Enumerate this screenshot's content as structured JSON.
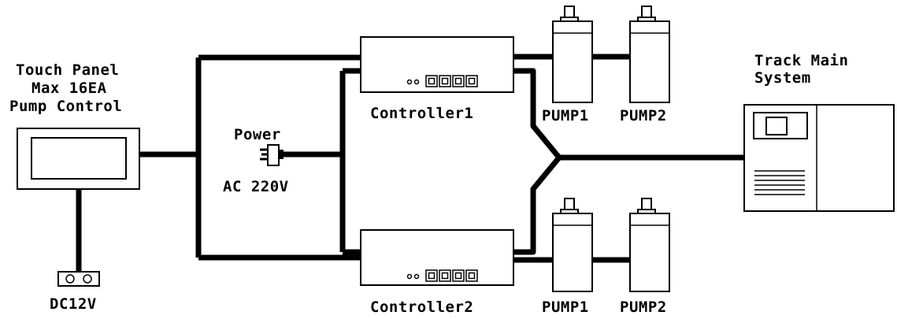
{
  "touch_panel": {
    "title_line1": "Touch Panel",
    "title_line2": "Max 16EA",
    "title_line3": "Pump Control"
  },
  "dc_supply": {
    "label": "DC12V"
  },
  "power": {
    "label": "Power",
    "voltage": "AC 220V"
  },
  "controllers": [
    {
      "label": "Controller1"
    },
    {
      "label": "Controller2"
    }
  ],
  "pumps_top": [
    {
      "label": "PUMP1"
    },
    {
      "label": "PUMP2"
    }
  ],
  "pumps_bottom": [
    {
      "label": "PUMP1"
    },
    {
      "label": "PUMP2"
    }
  ],
  "track_system": {
    "line1": "Track Main",
    "line2": "System"
  }
}
